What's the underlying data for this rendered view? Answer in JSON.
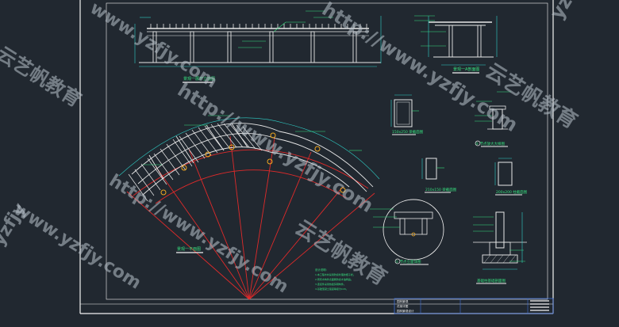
{
  "colors": {
    "background": "#212830",
    "frame": "#f2f2f2",
    "primary_line": "#e8e8e8",
    "dimension": "#2fd0c8",
    "label": "#36e07e",
    "axis": "#e02a2a",
    "accent": "#f2a81e",
    "inner_frame": "#3f6fd6",
    "watermark": "#b9c2cc"
  },
  "views": {
    "elevation_title": "景观一展开立面图",
    "section_title": "景观一A剖面图",
    "plan_title": "景观一平面图",
    "beam_section_a": "150x250 梁截面图",
    "beam_section_b": "210x150 梁截面图",
    "column_section": "200x200 柱截面图",
    "node_1": "① 节点立面详图",
    "node_2": "② 节点放大大样图",
    "foundation": "基础柱基础剖面图"
  },
  "notes": {
    "heading": "设计说明:",
    "lines": [
      "1.本工程木材采用防腐处理的樟子松。",
      "2.所有木构件表面刷防腐木油两遍。",
      "3.连接件采用热镀锌钢构件。",
      "4.基础混凝土强度等级为C20。"
    ]
  },
  "title_block": {
    "project": "园林景观",
    "drawing": "花架详图",
    "company": "园林景观设计"
  },
  "watermarks": {
    "url_text": "http://www.yzfjy.com",
    "domain_text": "www.yzfjy.com",
    "brand_text": "云艺帆教育",
    "corner_text": "yzfjy"
  }
}
